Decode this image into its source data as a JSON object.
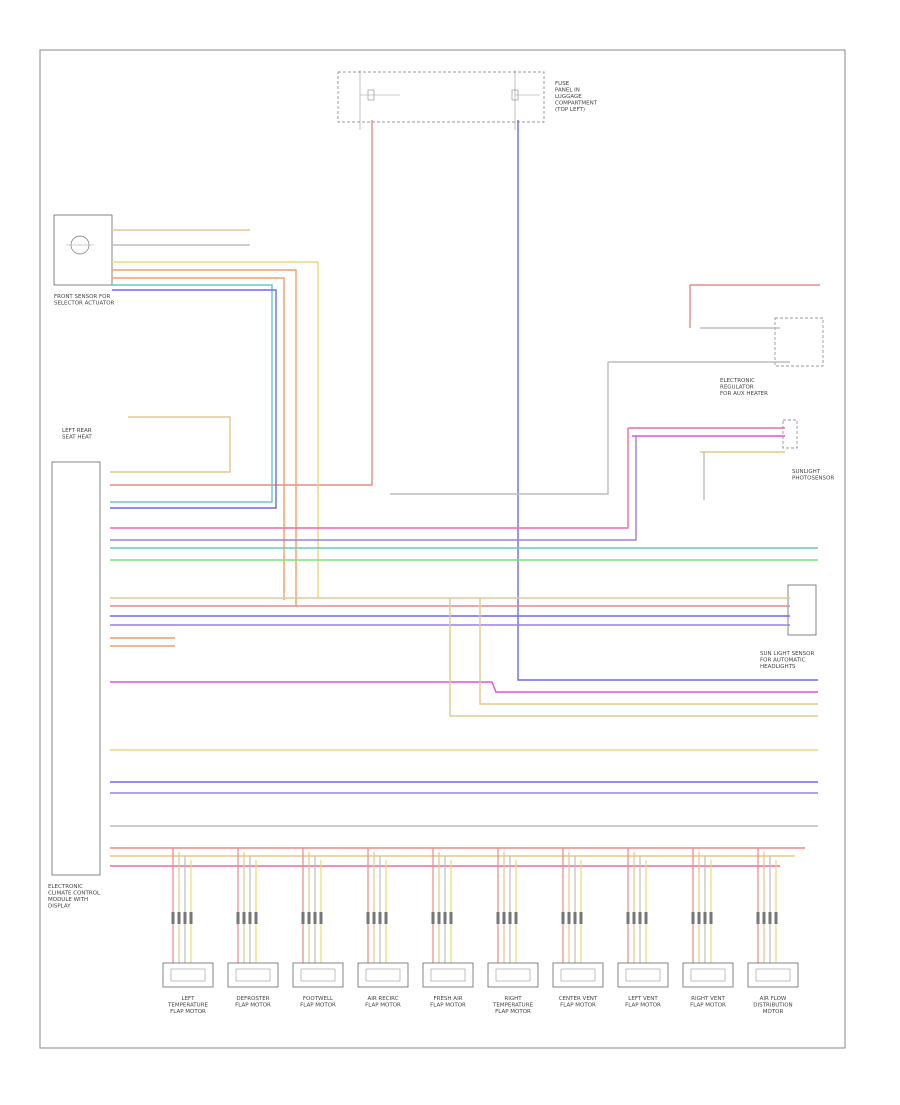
{
  "colors": {
    "red": "#e88a8a",
    "pink": "#f06aa0",
    "magenta": "#e64ee6",
    "blue": "#6a6af0",
    "violet": "#9a80e0",
    "green": "#7ee07e",
    "teal": "#6ac8c8",
    "orange": "#f0a060",
    "tan": "#e0c890",
    "yellow": "#e8dc70",
    "gray": "#bdbdbd"
  },
  "components": {
    "fuse_box_top": "FUSE\nPANEL IN\nLUGGAGE\nCOMPARTMENT\n(TOP LEFT)",
    "front_sensor": "FRONT SENSOR FOR\nSELECTOR ACTUATOR",
    "climate_module": "ELECTRONIC\nCLIMATE CONTROL\nMODULE WITH\nDISPLAY",
    "solar_sensor": "SUNLIGHT\nPHOTOSENSOR",
    "left_heated_seat": "LEFT REAR\nSEAT HEAT",
    "right_sensor": "SUN LIGHT SENSOR\nFOR AUTOMATIC\nHEADLIGHTS",
    "elec_aux_heater": "ELECTRONIC\nREGULATOR\nFOR AUX HEATER"
  },
  "actuators": [
    "LEFT\nTEMPERATURE\nFLAP MOTOR",
    "DEFROSTER\nFLAP MOTOR",
    "FOOTWELL\nFLAP MOTOR",
    "AIR RECIRC\nFLAP MOTOR",
    "FRESH AIR\nFLAP MOTOR",
    "RIGHT\nTEMPERATURE\nFLAP MOTOR",
    "CENTER VENT\nFLAP MOTOR",
    "LEFT VENT\nFLAP MOTOR",
    "RIGHT VENT\nFLAP MOTOR",
    "AIR FLOW\nDISTRIBUTION\nMOTOR"
  ]
}
